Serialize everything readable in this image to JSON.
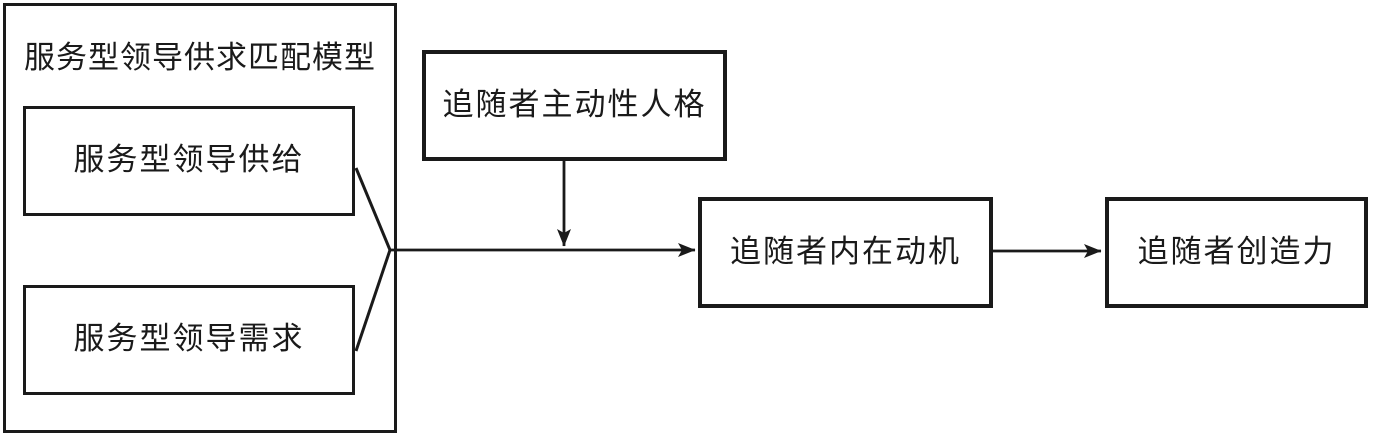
{
  "diagram": {
    "model_group": {
      "title": "服务型领导供求匹配模型",
      "supply_label": "服务型领导供给",
      "demand_label": "服务型领导需求"
    },
    "moderator_label": "追随者主动性人格",
    "mediator_label": "追随者内在动机",
    "outcome_label": "追随者创造力",
    "edges": [
      {
        "from": "supply",
        "to": "converge-point",
        "style": "plain-line"
      },
      {
        "from": "demand",
        "to": "converge-point",
        "style": "plain-line"
      },
      {
        "from": "converge-point",
        "to": "mediator",
        "style": "arrow"
      },
      {
        "from": "moderator",
        "to": "converge-mediator-path",
        "style": "arrow"
      },
      {
        "from": "mediator",
        "to": "outcome",
        "style": "arrow"
      }
    ],
    "colors": {
      "line": "#1a1a1a",
      "background": "#ffffff"
    }
  }
}
